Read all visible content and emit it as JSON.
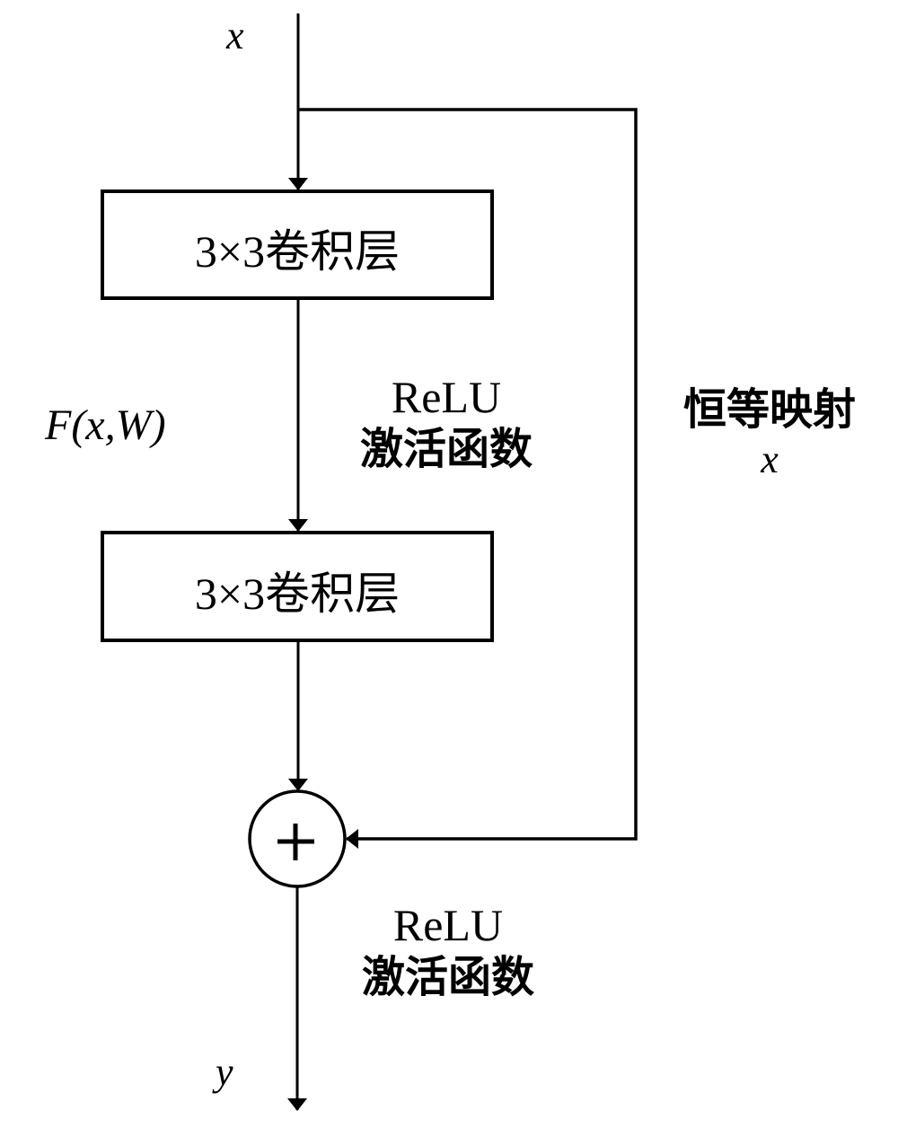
{
  "diagram": {
    "title": "Residual block",
    "input_label": "x",
    "output_label": "y",
    "residual_function_label": "F(x,W)",
    "blocks": [
      {
        "label": "3×3卷积层"
      },
      {
        "label": "3×3卷积层"
      }
    ],
    "activations": [
      {
        "line1": "ReLU",
        "line2": "激活函数"
      },
      {
        "line1": "ReLU",
        "line2": "激活函数"
      }
    ],
    "shortcut": {
      "line1": "恒等映射",
      "line2": "x"
    },
    "add_node_symbol": "+",
    "stroke_color": "#000000",
    "background_color": "#ffffff"
  }
}
